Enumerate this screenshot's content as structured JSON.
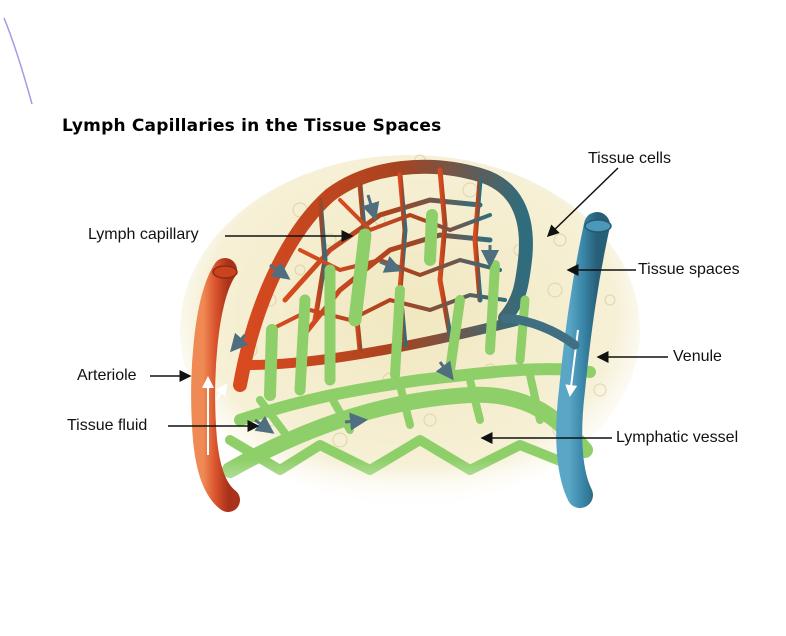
{
  "title": "Lymph Capillaries in the Tissue Spaces",
  "labels": {
    "tissue_cells": "Tissue cells",
    "lymph_capillary": "Lymph capillary",
    "tissue_spaces": "Tissue spaces",
    "venule": "Venule",
    "arteriole": "Arteriole",
    "tissue_fluid": "Tissue fluid",
    "lymphatic_vessel": "Lymphatic vessel"
  },
  "colors": {
    "arteriole": "#d9532c",
    "capillary_bed_red": "#b8401e",
    "capillary_bed_blue": "#3f6f80",
    "venule": "#3a86a8",
    "lymphatic": "#8fcf6a",
    "tissue_background": "#f4eecb",
    "flow_arrow": "#4f6f80",
    "corner_stroke": "#9f9be6"
  }
}
